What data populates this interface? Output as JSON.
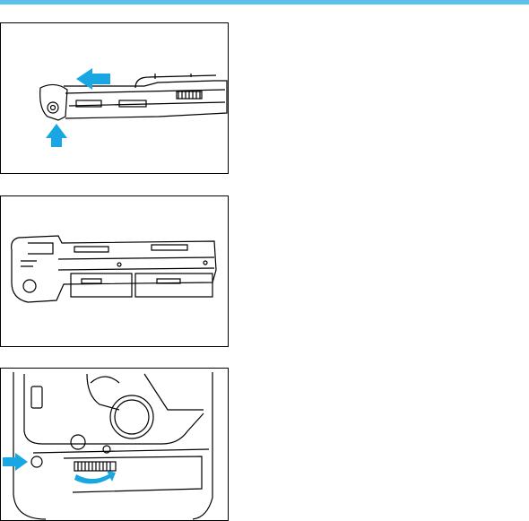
{
  "header": {
    "accent_color": "#5bc0eb"
  },
  "colors": {
    "arrow": "#19a7e3",
    "line": "#000000"
  },
  "figures": [
    {
      "id": "fig1",
      "icon": "battery-pack-top-view",
      "arrows": [
        "left-arrow-icon",
        "up-arrow-icon"
      ]
    },
    {
      "id": "fig2",
      "icon": "battery-magazine-open-view",
      "arrows": []
    },
    {
      "id": "fig3",
      "icon": "camera-bottom-grip-view",
      "arrows": [
        "right-arrow-icon",
        "curved-arrow-icon"
      ]
    }
  ]
}
